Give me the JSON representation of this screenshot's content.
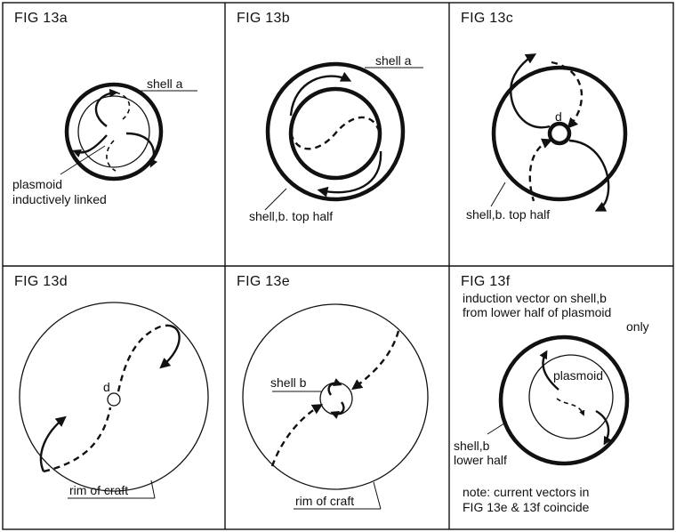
{
  "panels": {
    "a": {
      "caption": "FIG 13a",
      "shell_label": "shell a",
      "plasmoid_label_1": "plasmoid",
      "plasmoid_label_2": "inductively linked"
    },
    "b": {
      "caption": "FIG 13b",
      "shell_a_label": "shell a",
      "shell_b_label": "shell,b. top half"
    },
    "c": {
      "caption": "FIG 13c",
      "center_label": "d",
      "shell_b_label": "shell,b. top half"
    },
    "d": {
      "caption": "FIG 13d",
      "center_label": "d",
      "rim_label": "rim of craft"
    },
    "e": {
      "caption": "FIG 13e",
      "shell_label": "shell b",
      "rim_label": "rim of craft"
    },
    "f": {
      "caption": "FIG 13f",
      "note_top_1": "induction vector on shell,b",
      "note_top_2": "from lower half of plasmoid",
      "note_top_3": "only",
      "plasmoid_label": "plasmoid",
      "shell_label_1": "shell,b",
      "shell_label_2": "lower half",
      "note_bottom_1": "note: current vectors in",
      "note_bottom_2": "FIG 13e & 13f coincide"
    }
  }
}
